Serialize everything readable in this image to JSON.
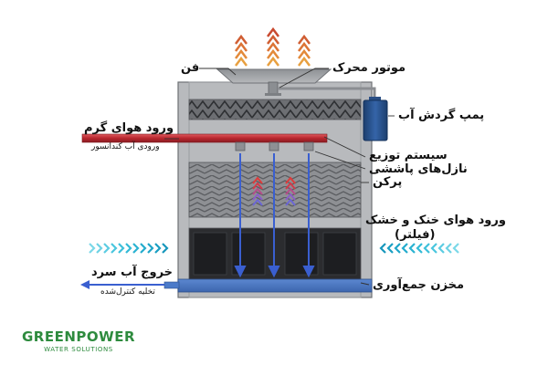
{
  "labels": {
    "fan": "فن",
    "motor": "موتور محرک",
    "circulation_pump": "پمپ گردش آب",
    "hot_air_inlet": "ورود هوای گرم",
    "condenser_water_inlet": "ورودی آب کندانسور",
    "distribution_system": "سیستم توزیع",
    "spray_nozzles": "نازل‌های پاششی",
    "fill": "پرکن",
    "cool_dry_air_inlet": "ورود هوای خنک و خشک",
    "filter": "(فیلتر)",
    "cold_water_outlet": "خروج آب سرد",
    "controlled_drain": "تخلیه کنترل‌شده",
    "collection_basin": "مخزن جمع‌آوری"
  },
  "brand": {
    "name": "GREENPOWER",
    "tagline": "WATER SOLUTIONS"
  },
  "colors": {
    "tower_body": "#b8babd",
    "hot_pipe": "#c0303a",
    "cold_pipe": "#3a6fd0",
    "basin_water": "#4b7ac9",
    "inlet_air_arrows": "#2fc4d8",
    "exhaust_arrows": "#d2733a",
    "brand": "#2e8b3e"
  }
}
